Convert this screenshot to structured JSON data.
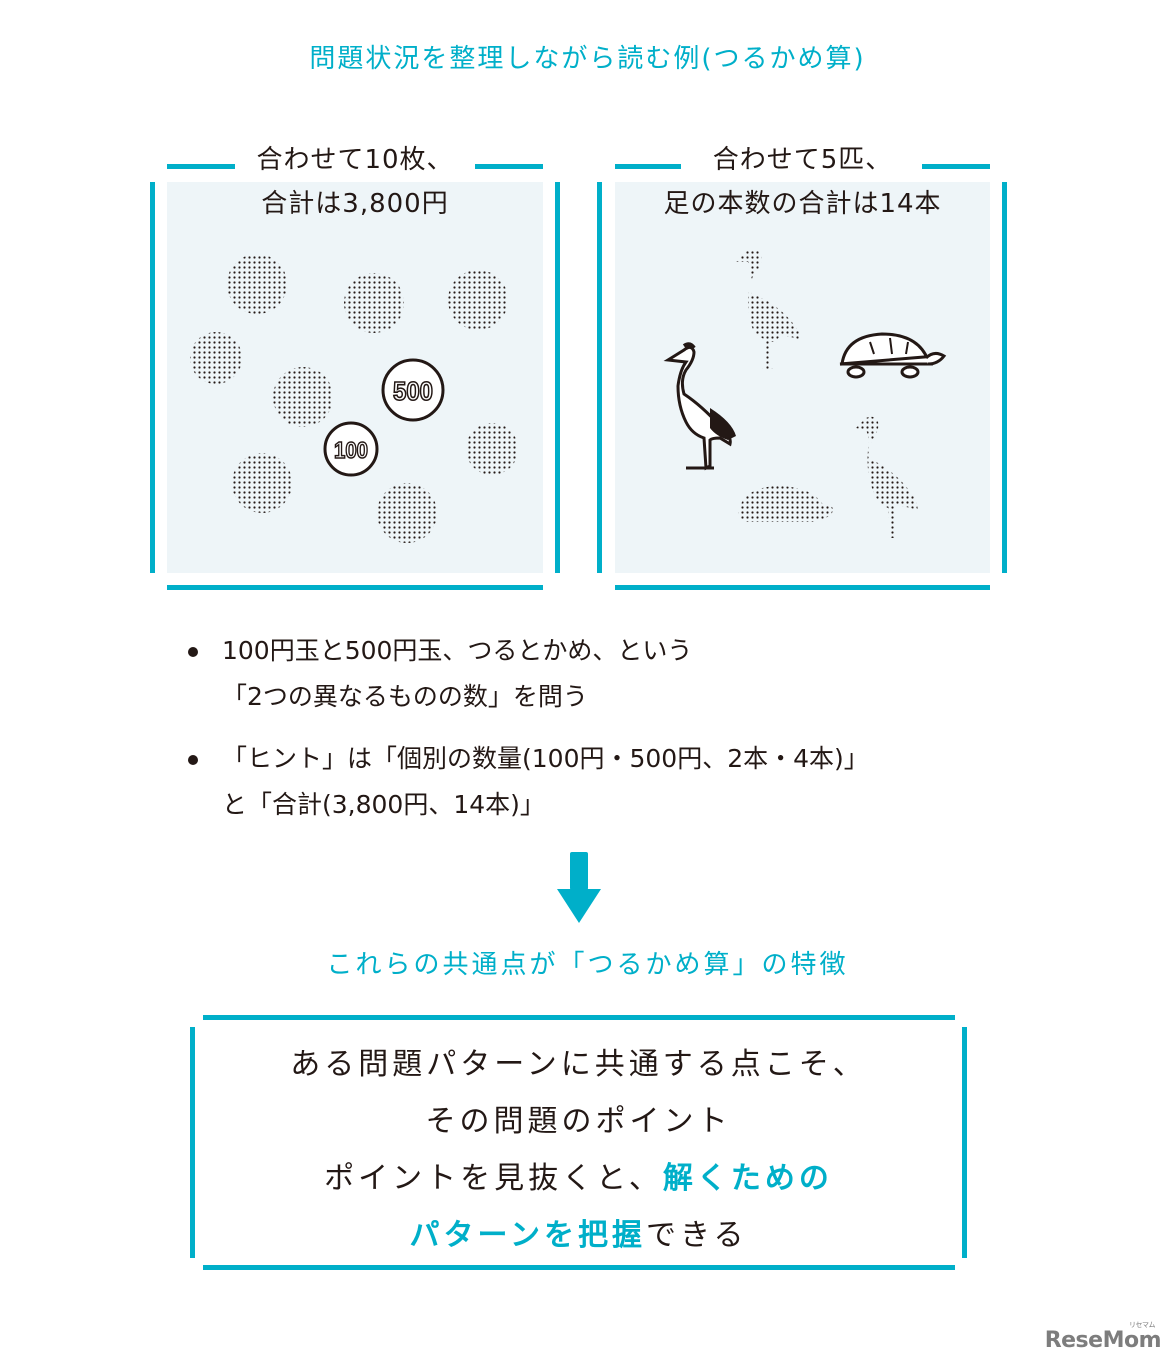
{
  "title": "問題状況を整理しながら読む例(つるかめ算)",
  "colors": {
    "accent": "#00afc9",
    "panel_bg": "#eef5f8",
    "text": "#231815"
  },
  "panels": [
    {
      "heading_line1": "合わせて10枚、",
      "heading_line2": "合計は3,800円",
      "illustration": "coins",
      "items": [
        {
          "type": "coin-faded",
          "count": 8
        },
        {
          "type": "coin-100",
          "label": "100"
        },
        {
          "type": "coin-500",
          "label": "500"
        }
      ]
    },
    {
      "heading_line1": "合わせて5匹、",
      "heading_line2": "足の本数の合計は14本",
      "illustration": "animals",
      "items": [
        {
          "type": "crane",
          "count": 1
        },
        {
          "type": "turtle",
          "count": 1
        },
        {
          "type": "crane-faded",
          "count": 2
        },
        {
          "type": "turtle-faded",
          "count": 1
        }
      ]
    }
  ],
  "bullets": [
    {
      "line1": "100円玉と500円玉、つるとかめ、という",
      "line2": "「2つの異なるものの数」を問う"
    },
    {
      "line1": "「ヒント」は「個別の数量(100円・500円、2本・4本)」",
      "line2": "と「合計(3,800円、14本)」"
    }
  ],
  "arrow_icon": "down-arrow-icon",
  "feature_text": "これらの共通点が「つるかめ算」の特徴",
  "summary": {
    "line1": "ある問題パターンに共通する点こそ、",
    "line2": "その問題のポイント",
    "line3_plain": "ポイントを見抜くと、",
    "line3_highlight": "解くための",
    "line4_highlight": "パターンを把握",
    "line4_plain": "できる"
  },
  "watermark": {
    "text": "ReseMom",
    "ruby": "リセマム"
  }
}
